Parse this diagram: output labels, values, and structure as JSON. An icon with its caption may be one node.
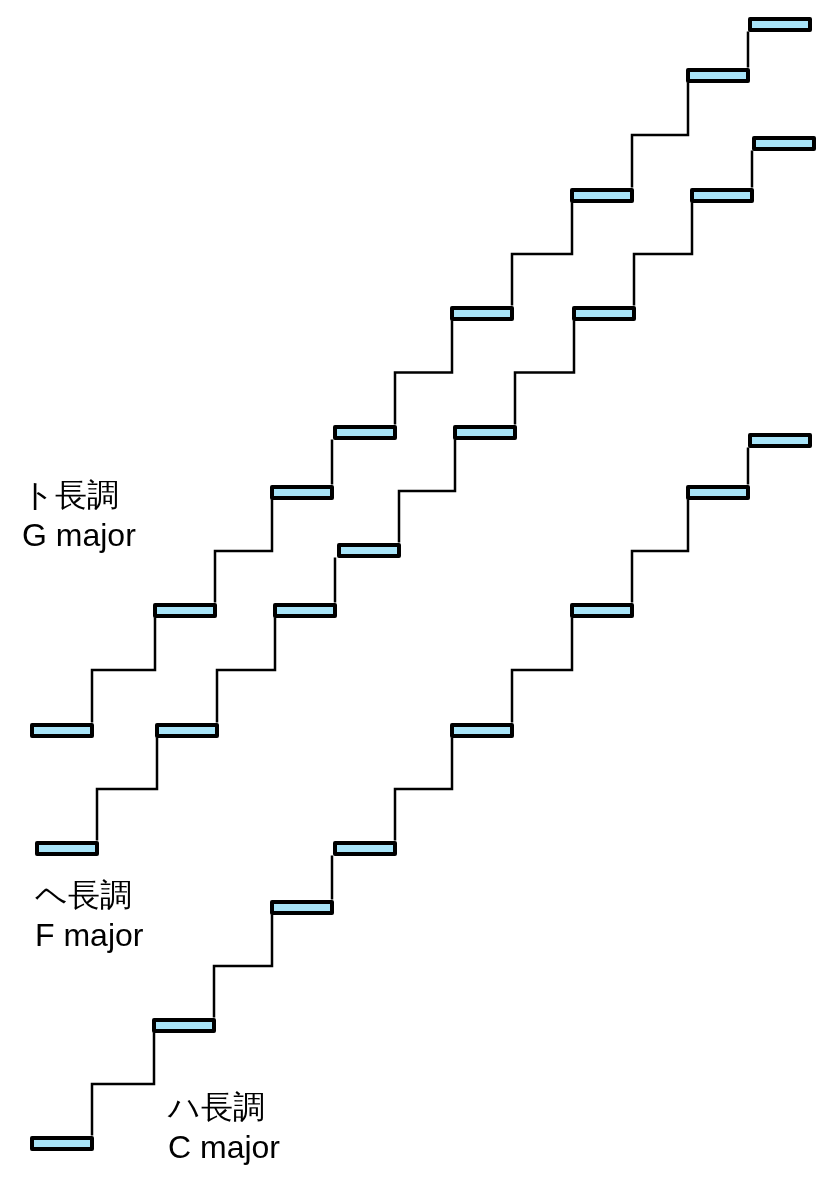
{
  "diagram": {
    "nodes": [
      {
        "text": [],
        "shape": "bar"
      },
      {
        "text": [],
        "shape": "bar"
      },
      {
        "text": [],
        "shape": "bar"
      },
      {
        "text": [],
        "shape": "bar"
      },
      {
        "text": [],
        "shape": "bar"
      },
      {
        "text": [],
        "shape": "bar"
      },
      {
        "text": [],
        "shape": "bar"
      },
      {
        "text": [],
        "shape": "bar"
      },
      {
        "text": [],
        "shape": "bar"
      },
      {
        "text": [],
        "shape": "bar"
      },
      {
        "text": [],
        "shape": "bar"
      },
      {
        "text": [],
        "shape": "bar"
      },
      {
        "text": [],
        "shape": "bar"
      },
      {
        "text": [],
        "shape": "bar"
      },
      {
        "text": [],
        "shape": "bar"
      },
      {
        "text": [],
        "shape": "bar"
      },
      {
        "text": [],
        "shape": "bar"
      },
      {
        "text": [],
        "shape": "bar"
      },
      {
        "text": [],
        "shape": "bar"
      },
      {
        "text": [],
        "shape": "bar"
      },
      {
        "text": [],
        "shape": "bar"
      },
      {
        "text": [],
        "shape": "bar"
      },
      {
        "text": [],
        "shape": "bar"
      },
      {
        "text": [],
        "shape": "bar"
      }
    ],
    "edges": [
      {
        "from": 0,
        "to": 1,
        "arrow": "none"
      },
      {
        "from": 1,
        "to": 2,
        "arrow": "none"
      },
      {
        "from": 2,
        "to": 3,
        "arrow": "none"
      },
      {
        "from": 3,
        "to": 4,
        "arrow": "none"
      },
      {
        "from": 4,
        "to": 5,
        "arrow": "none"
      },
      {
        "from": 5,
        "to": 6,
        "arrow": "none"
      },
      {
        "from": 6,
        "to": 7,
        "arrow": "none"
      },
      {
        "from": 8,
        "to": 9,
        "arrow": "none"
      },
      {
        "from": 9,
        "to": 10,
        "arrow": "none"
      },
      {
        "from": 10,
        "to": 11,
        "arrow": "none"
      },
      {
        "from": 11,
        "to": 12,
        "arrow": "none"
      },
      {
        "from": 12,
        "to": 13,
        "arrow": "none"
      },
      {
        "from": 13,
        "to": 14,
        "arrow": "none"
      },
      {
        "from": 14,
        "to": 15,
        "arrow": "none"
      },
      {
        "from": 16,
        "to": 17,
        "arrow": "none"
      },
      {
        "from": 17,
        "to": 18,
        "arrow": "none"
      },
      {
        "from": 18,
        "to": 19,
        "arrow": "none"
      },
      {
        "from": 19,
        "to": 20,
        "arrow": "none"
      },
      {
        "from": 20,
        "to": 21,
        "arrow": "none"
      },
      {
        "from": 21,
        "to": 22,
        "arrow": "none"
      },
      {
        "from": 22,
        "to": 23,
        "arrow": "none"
      }
    ],
    "labels": [
      "ト長調",
      "G major",
      "ヘ長調",
      "F major",
      "ハ長調",
      "C major"
    ]
  }
}
